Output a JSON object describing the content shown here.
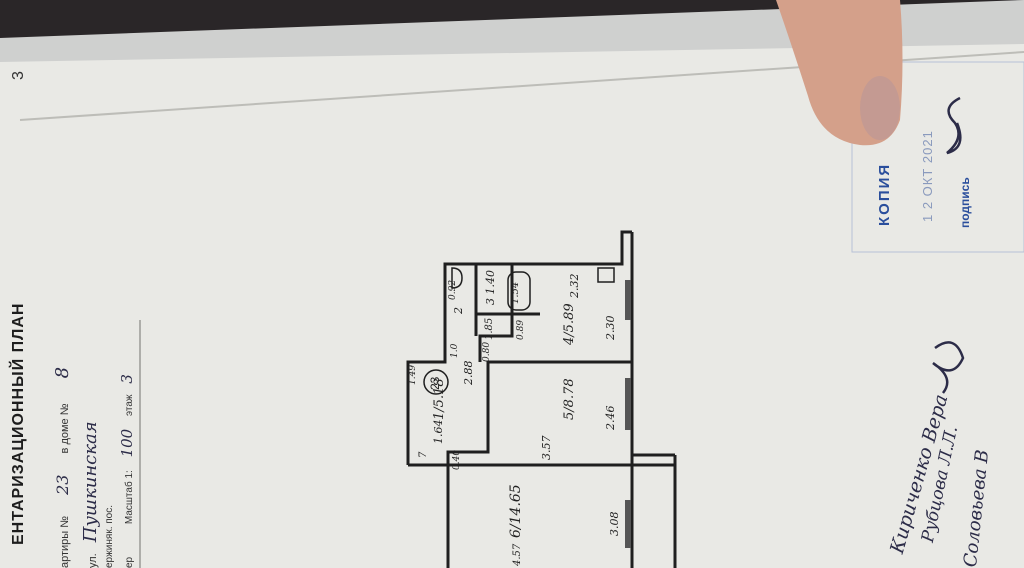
{
  "header": {
    "page_number": "3",
    "title": "ЕНТАРИЗАЦИОННЫЙ ПЛАН",
    "apartment_prefix": "артиры №",
    "apartment_no": "23",
    "house_prefix": "в доме №",
    "house_no": "8",
    "street_prefix": "ул.",
    "street_name": "Пушкинская",
    "held_label": "ержиняк. пос.",
    "floor_prefix": "ер",
    "scale_label": "Масштаб 1:",
    "scale_value": "100",
    "storey_label": "этаж",
    "storey_value": "3"
  },
  "plan": {
    "apartment_circle": "23",
    "rooms": [
      {
        "num": "1",
        "area": "5.18"
      },
      {
        "num": "2",
        "area": "1.0"
      },
      {
        "num": "3",
        "area": "1.40"
      },
      {
        "num": "4",
        "area": "5.89"
      },
      {
        "num": "5",
        "area": "8.78"
      },
      {
        "num": "6",
        "area": "14.65"
      }
    ],
    "dimensions": [
      "1.64",
      "2.88",
      "3.57",
      "2.46",
      "2.30",
      "2.32",
      "3.08",
      "1.54",
      "1.85",
      "0.92",
      "0.89",
      "0.80",
      "0.40",
      "4.57",
      "7",
      "1.0",
      "1.49"
    ]
  },
  "stamp": {
    "copy_label": "КОПИЯ",
    "date": "1 2 ОКТ 2021",
    "sign_label": "подпись"
  },
  "signatures": {
    "line1": "Кириченко Вера",
    "line2": "Рубцова Л.Л.",
    "line3": "Соловьева В"
  },
  "colors": {
    "paper": "#e9e9e5",
    "ink_black": "#202020",
    "ink_pen": "#2c2c48",
    "stamp_blue": "#2a4e9c",
    "background": "#2a2628"
  }
}
